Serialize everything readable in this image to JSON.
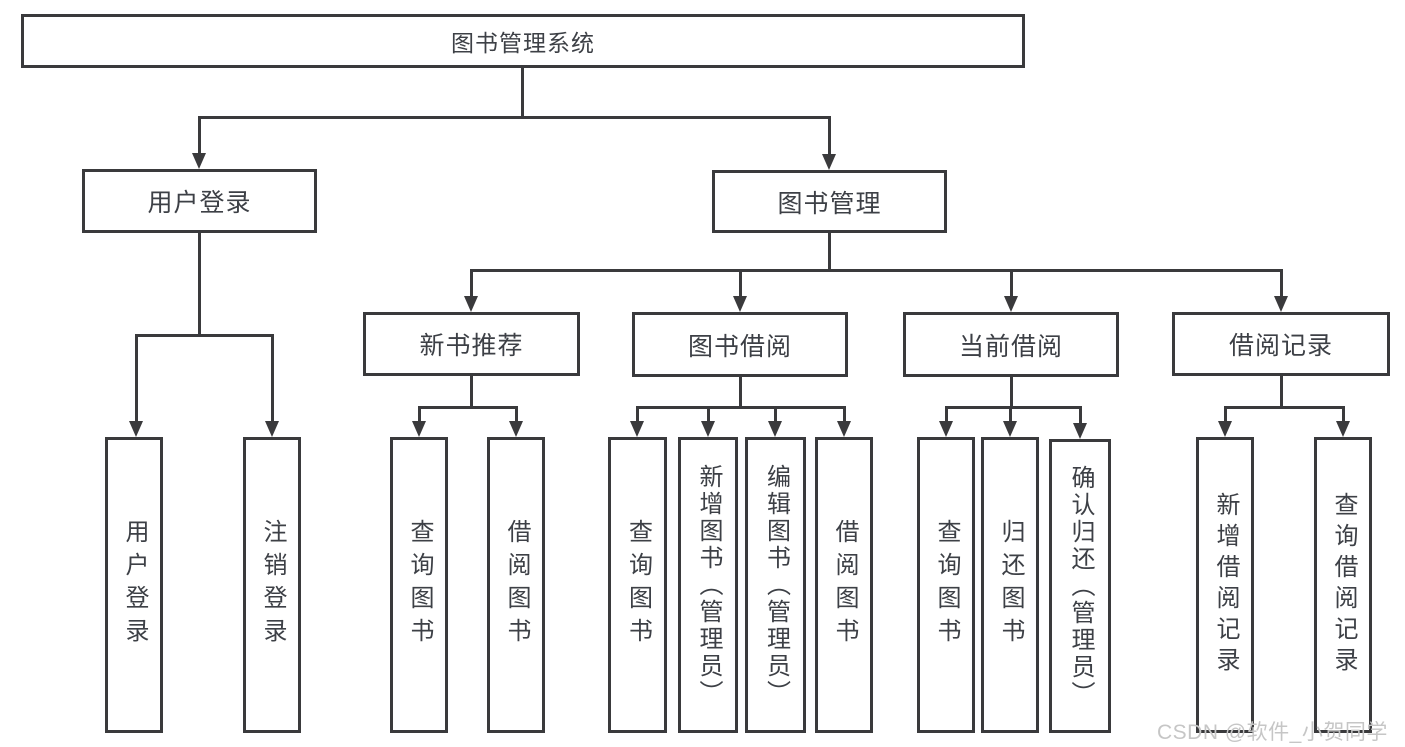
{
  "colors": {
    "line": "#3a3a3c",
    "text": "#3d4046",
    "background": "#ffffff",
    "box_background": "#ffffff",
    "watermark": "#c6c6c6"
  },
  "nodes": {
    "root": "图书管理系统",
    "user_login_group": "用户登录",
    "book_management_group": "图书管理",
    "new_book_recommend": "新书推荐",
    "book_borrow": "图书借阅",
    "current_borrow": "当前借阅",
    "borrow_records": "借阅记录",
    "leaf_user_login": "用户登录",
    "leaf_logout": "注销登录",
    "leaf_nbr_query_books": "查询图书",
    "leaf_nbr_borrow_books": "借阅图书",
    "leaf_bb_query_books": "查询图书",
    "leaf_bb_add_books": "新增图书（管理员）",
    "leaf_bb_edit_books": "编辑图书（管理员）",
    "leaf_bb_borrow_books": "借阅图书",
    "leaf_cb_query_books": "查询图书",
    "leaf_cb_return_books": "归还图书",
    "leaf_cb_confirm_return": "确认归还（管理员）",
    "leaf_br_add_record": "新增借阅记录",
    "leaf_br_query_record": "查询借阅记录"
  },
  "watermark": "CSDN @软件_小贺同学"
}
